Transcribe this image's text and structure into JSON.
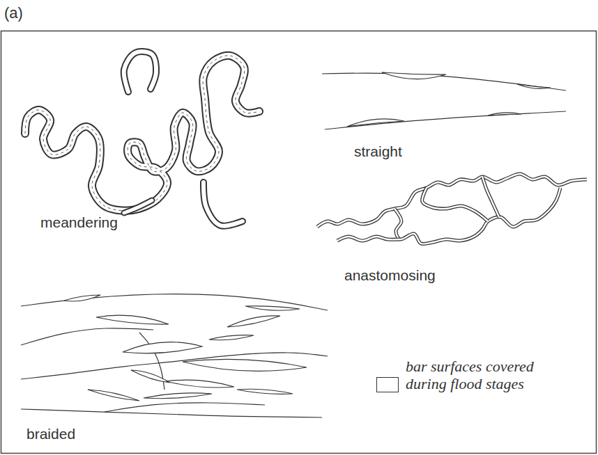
{
  "diagram": {
    "labels": [
      "(a)",
      "meandering",
      "straight",
      "anastomosing",
      "braided"
    ],
    "legend": [
      {
        "text": "bar surfaces covered during flood stages"
      }
    ]
  }
}
